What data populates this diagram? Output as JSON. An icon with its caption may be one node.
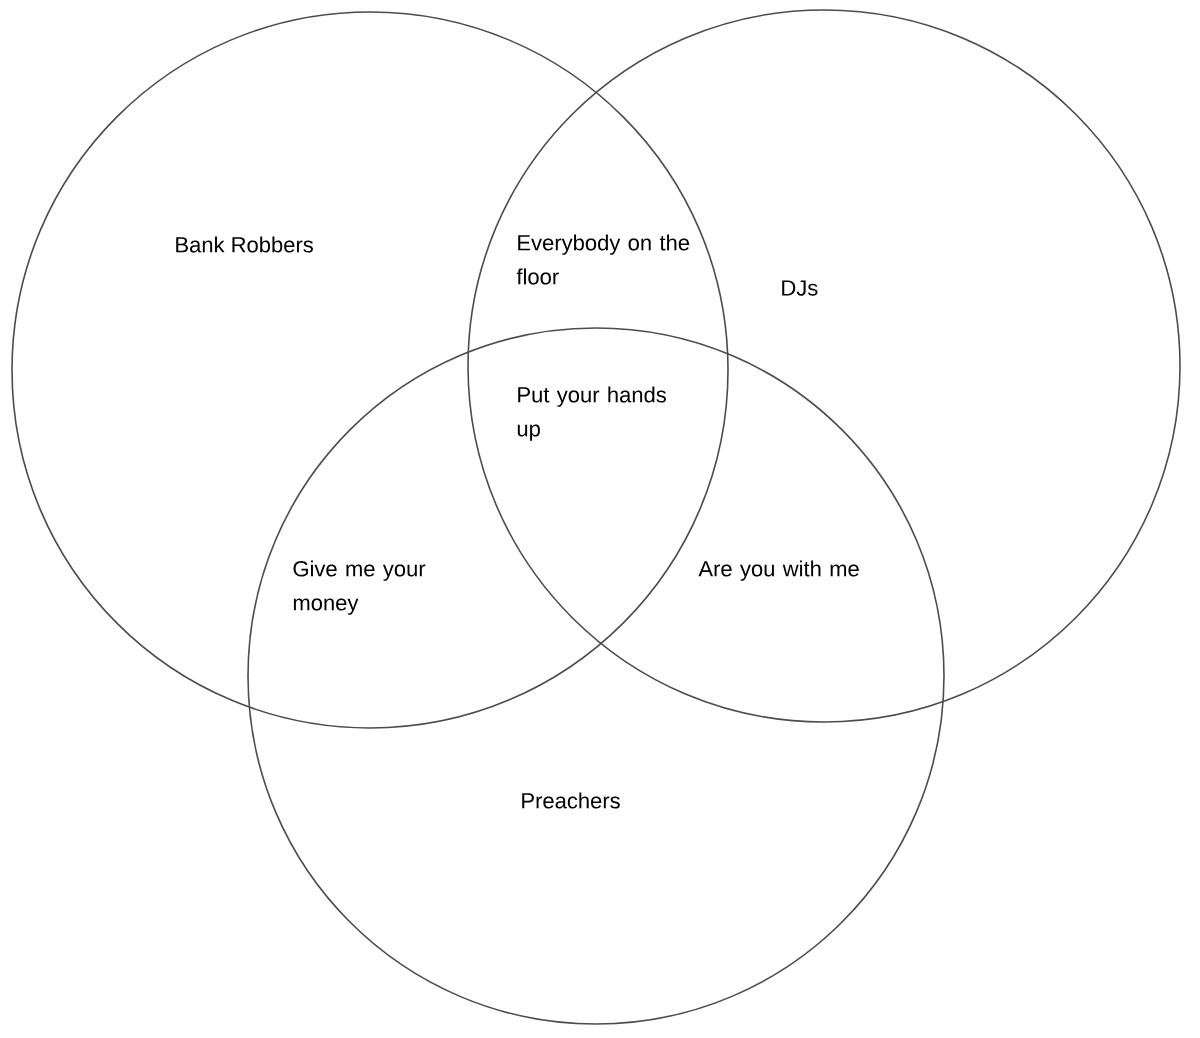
{
  "diagram": {
    "nodes": [
      {
        "text": [
          "Bank Robbers"
        ]
      },
      {
        "text": [
          "DJs"
        ]
      },
      {
        "text": [
          "Preachers"
        ]
      }
    ],
    "labels": [
      "Everybody on the floor",
      "Put your hands up",
      "Give me your money",
      "Are you with me"
    ]
  }
}
